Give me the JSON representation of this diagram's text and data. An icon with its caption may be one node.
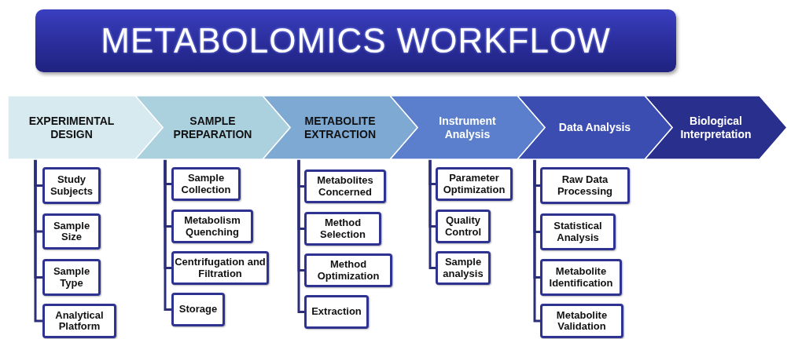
{
  "diagram": {
    "title": "METABOLOMICS WORKFLOW",
    "nodes": [
      {
        "text": [
          "EXPERIMENTAL DESIGN"
        ]
      },
      {
        "text": [
          "SAMPLE PREPARATION"
        ]
      },
      {
        "text": [
          "METABOLITE EXTRACTION"
        ]
      },
      {
        "text": [
          "Instrument Analysis"
        ]
      },
      {
        "text": [
          "Data Analysis"
        ]
      },
      {
        "text": [
          "Biological Interpretation"
        ]
      },
      {
        "text": [
          "Study Subjects"
        ]
      },
      {
        "text": [
          "Sample Size"
        ]
      },
      {
        "text": [
          "Sample Type"
        ]
      },
      {
        "text": [
          "Analytical Platform"
        ]
      },
      {
        "text": [
          "Sample Collection"
        ]
      },
      {
        "text": [
          "Metabolism Quenching"
        ]
      },
      {
        "text": [
          "Centrifugation and Filtration"
        ]
      },
      {
        "text": [
          "Storage"
        ]
      },
      {
        "text": [
          "Metabolites Concerned"
        ]
      },
      {
        "text": [
          "Method Selection"
        ]
      },
      {
        "text": [
          "Method Optimization"
        ]
      },
      {
        "text": [
          "Extraction"
        ]
      },
      {
        "text": [
          "Parameter Optimization"
        ]
      },
      {
        "text": [
          "Quality Control"
        ]
      },
      {
        "text": [
          "Sample analysis"
        ]
      },
      {
        "text": [
          "Raw Data Processing"
        ]
      },
      {
        "text": [
          "Statistical Analysis"
        ]
      },
      {
        "text": [
          "Metabolite Identification"
        ]
      },
      {
        "text": [
          "Metabolite Validation"
        ]
      }
    ],
    "edges": [
      {
        "from": 0,
        "to": 6,
        "arrow": "none"
      },
      {
        "from": 0,
        "to": 7,
        "arrow": "none"
      },
      {
        "from": 0,
        "to": 8,
        "arrow": "none"
      },
      {
        "from": 0,
        "to": 9,
        "arrow": "none"
      },
      {
        "from": 1,
        "to": 10,
        "arrow": "none"
      },
      {
        "from": 1,
        "to": 11,
        "arrow": "none"
      },
      {
        "from": 1,
        "to": 12,
        "arrow": "none"
      },
      {
        "from": 1,
        "to": 13,
        "arrow": "none"
      },
      {
        "from": 2,
        "to": 14,
        "arrow": "none"
      },
      {
        "from": 2,
        "to": 15,
        "arrow": "none"
      },
      {
        "from": 2,
        "to": 16,
        "arrow": "none"
      },
      {
        "from": 2,
        "to": 17,
        "arrow": "none"
      },
      {
        "from": 3,
        "to": 18,
        "arrow": "none"
      },
      {
        "from": 3,
        "to": 19,
        "arrow": "none"
      },
      {
        "from": 3,
        "to": 20,
        "arrow": "none"
      },
      {
        "from": 4,
        "to": 21,
        "arrow": "none"
      },
      {
        "from": 4,
        "to": 22,
        "arrow": "none"
      },
      {
        "from": 4,
        "to": 23,
        "arrow": "none"
      },
      {
        "from": 4,
        "to": 24,
        "arrow": "none"
      }
    ]
  }
}
